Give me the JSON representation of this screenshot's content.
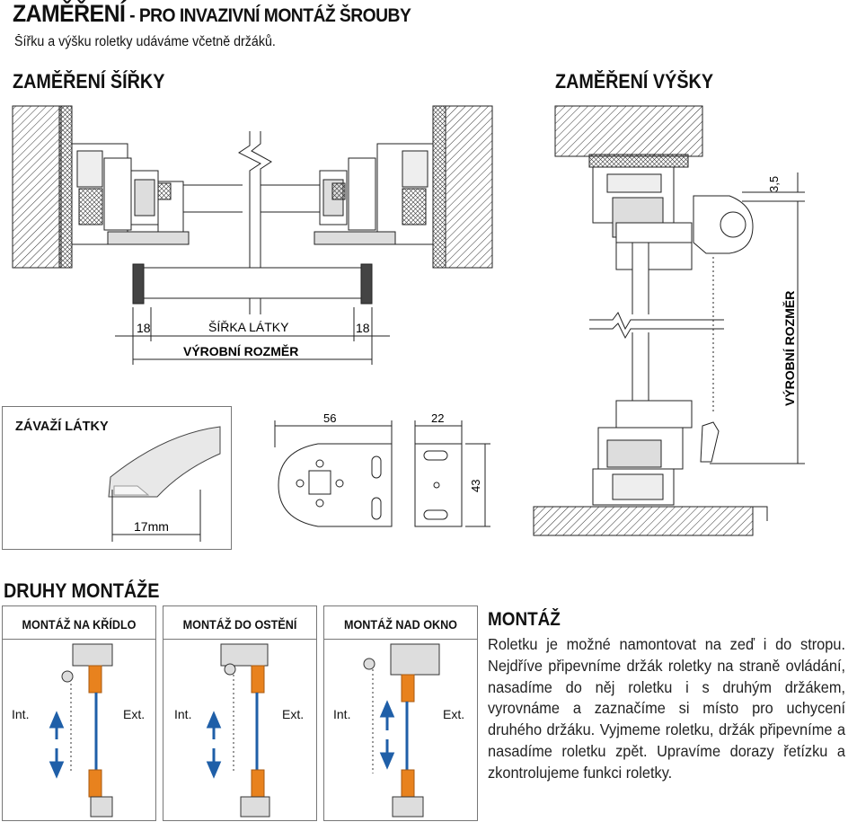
{
  "header": {
    "title_main": "ZAMĚŘENÍ",
    "title_rest": " - PRO INVAZIVNÍ MONTÁŽ ŠROUBY",
    "subtitle": "Šířku a výšku roletky udáváme včetně držáků."
  },
  "width_section": {
    "title": "ZAMĚŘENÍ ŠÍŘKY",
    "left_offset": "18",
    "right_offset": "18",
    "fabric_width": "ŠÍŘKA LÁTKY",
    "production_size": "VÝROBNÍ ROZMĚR"
  },
  "height_section": {
    "title": "ZAMĚŘENÍ VÝŠKY",
    "offset": "3,5",
    "production_size": "VÝROBNÍ ROZMĚR"
  },
  "weight_box": {
    "title": "ZÁVAŽÍ LÁTKY",
    "dimension": "17mm"
  },
  "bracket_dims": {
    "front_width": "56",
    "side_width": "22",
    "height": "43"
  },
  "types_section": {
    "title": "DRUHY MONTÁŽE",
    "boxes": [
      {
        "title": "MONTÁŽ NA KŘÍDLO",
        "int": "Int.",
        "ext": "Ext."
      },
      {
        "title": "MONTÁŽ DO OSTĚNÍ",
        "int": "Int.",
        "ext": "Ext."
      },
      {
        "title": "MONTÁŽ NAD OKNO",
        "int": "Int.",
        "ext": "Ext."
      }
    ]
  },
  "montaz": {
    "title": "MONTÁŽ",
    "text": "Roletku je možné namontovat na zeď i do stropu. Nejdříve připevníme držák roletky na straně ovládání, nasadíme do něj roletku i s druhým držákem, vyrovnáme a zaznačíme si místo pro uchycení druhého držáku. Vyjmeme roletku, držák připevníme a nasadíme roletku zpět. Upravíme dorazy řetízku a zkontrolujeme funkci roletky."
  },
  "colors": {
    "accent_blue": "#1f5fa8",
    "orange": "#e8821e",
    "wall_gray": "#d9d9d9"
  }
}
